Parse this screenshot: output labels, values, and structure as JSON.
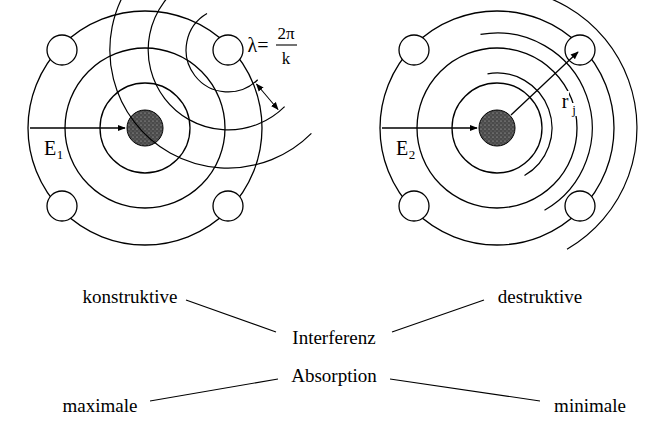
{
  "diagram": {
    "labels": [
      "λ=",
      "2π",
      "k",
      "E",
      "1",
      "r",
      "j",
      "E",
      "2",
      "konstruktive",
      "destruktive",
      "Interferenz",
      "Absorption",
      "maximale",
      "minimale"
    ]
  }
}
